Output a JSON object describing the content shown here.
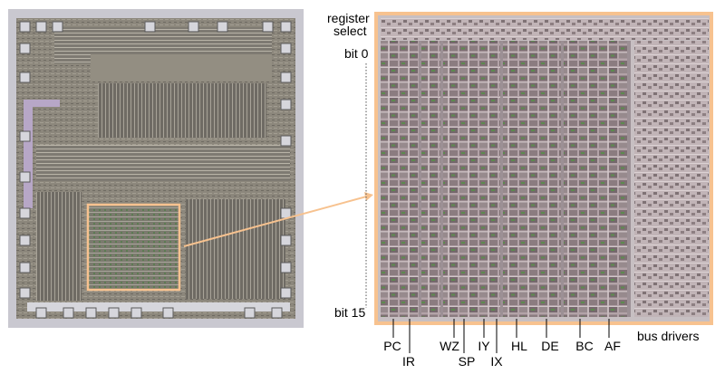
{
  "labels": {
    "register_select_line1": "register",
    "register_select_line2": "select",
    "bit_0": "bit 0",
    "bit_15": "bit 15",
    "bus_drivers": "bus drivers"
  },
  "registers_top_row": [
    "PC",
    "WZ",
    "IY",
    "HL",
    "DE",
    "BC",
    "AF"
  ],
  "registers_bottom_row": [
    "IR",
    "SP",
    "IX"
  ],
  "colors": {
    "highlight": "#f7c28f",
    "die_base": "#8e8a80",
    "die_frame": "#c8c7cf",
    "array_base": "#b7a9ad",
    "dotted_line": "#555555"
  }
}
